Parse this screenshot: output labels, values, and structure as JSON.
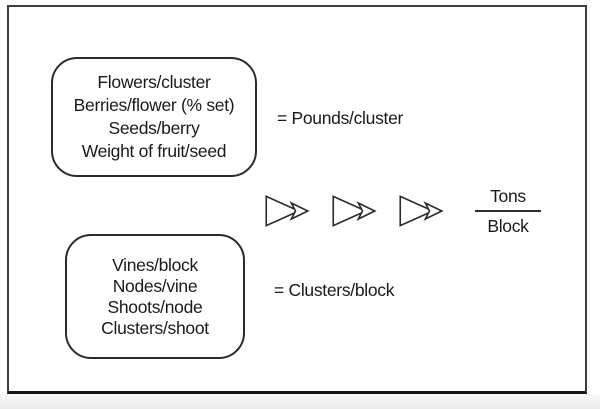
{
  "figure": {
    "cluster_box": {
      "lines": [
        "Flowers/cluster",
        "Berries/flower (% set)",
        "Seeds/berry",
        "Weight of fruit/seed"
      ]
    },
    "cluster_equation": "= Pounds/cluster",
    "block_box": {
      "lines": [
        "Vines/block",
        "Nodes/vine",
        "Shoots/node",
        "Clusters/shoot"
      ]
    },
    "block_equation": "= Clusters/block",
    "result_fraction": {
      "numerator": "Tons",
      "denominator": "Block"
    },
    "arrows": {
      "count": 3,
      "icon": "triangle-right-arrow",
      "direction": "right"
    },
    "colors": {
      "text": "#1a1a1a",
      "box_border": "#2b2b2b",
      "frame_border": "#3e3e3e",
      "frame_bottom_border": "#161616",
      "background": "#ffffff",
      "outside_strip": "#ebebeb"
    }
  }
}
